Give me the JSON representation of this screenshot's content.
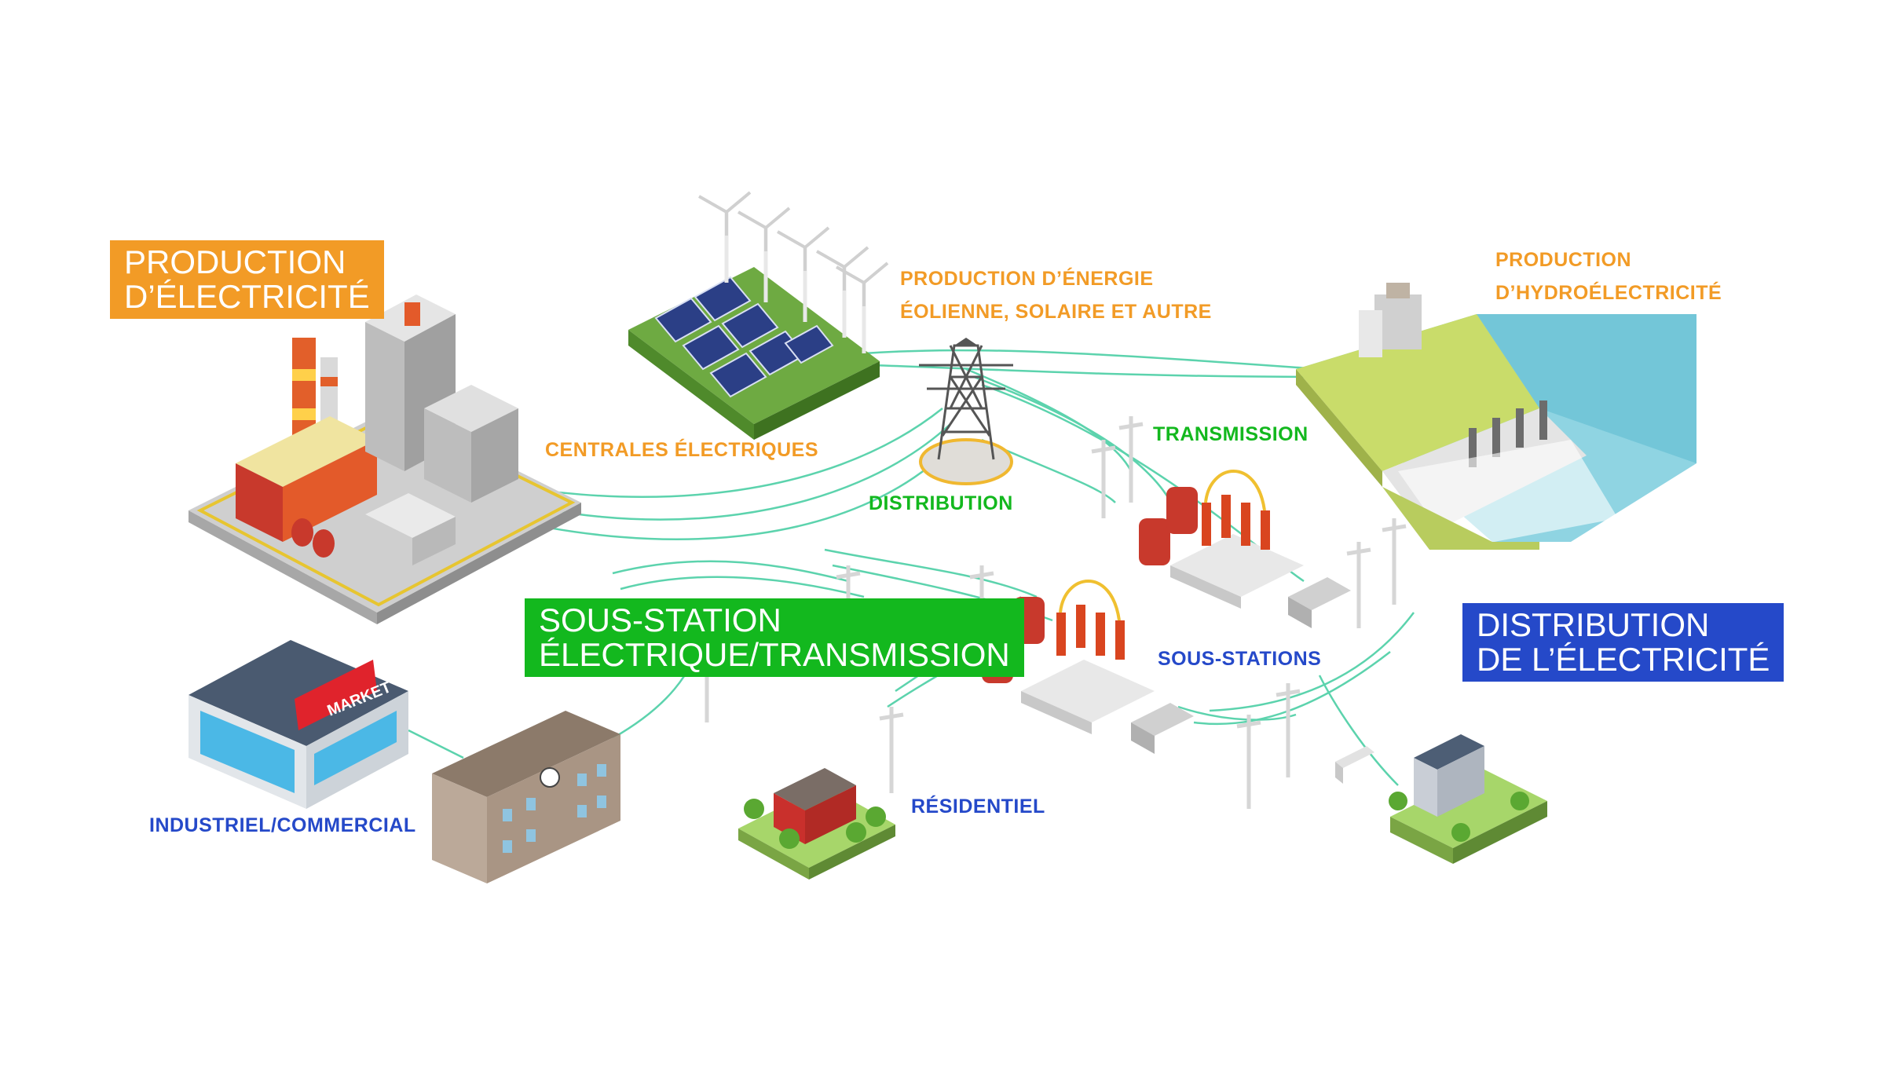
{
  "colors": {
    "orange": "#f29b26",
    "green": "#13b81e",
    "blue": "#2549c9",
    "wire": "#5cd3ad",
    "ground": "#dcdcdc"
  },
  "boxes": {
    "production": [
      "PRODUCTION",
      "D’ÉLECTRICITÉ"
    ],
    "substation": [
      "SOUS-STATION",
      "ÉLECTRIQUE/TRANSMISSION"
    ],
    "distribution": [
      "DISTRIBUTION",
      "DE L’ÉLECTRICITÉ"
    ]
  },
  "labels": {
    "renewable": [
      "PRODUCTION D’ÉNERGIE",
      "ÉOLIENNE, SOLAIRE ET AUTRE"
    ],
    "hydro": [
      "PRODUCTION",
      "D’HYDROÉLECTRICITÉ"
    ],
    "plants": "CENTRALES ÉLECTRIQUES",
    "transmission": "TRANSMISSION",
    "distribution": "DISTRIBUTION",
    "substations": "SOUS-STATIONS",
    "residential": "RÉSIDENTIEL",
    "industrial": "INDUSTRIEL/COMMERCIAL"
  },
  "market_sign": "MARKET"
}
